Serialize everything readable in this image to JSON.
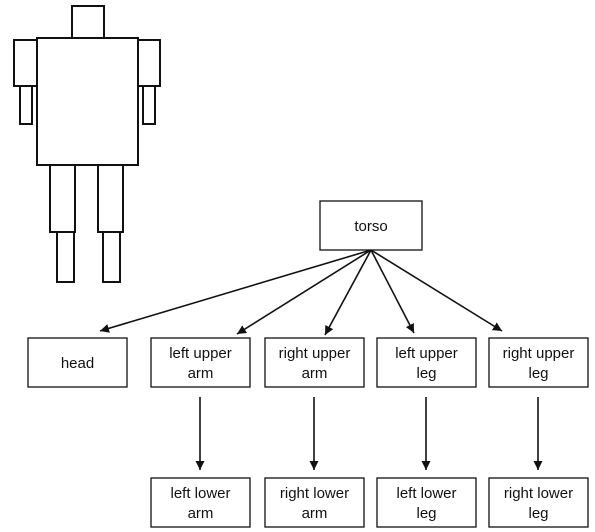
{
  "figure": {
    "nodes": {
      "torso": {
        "lines": [
          "torso"
        ]
      },
      "head": {
        "lines": [
          "head"
        ]
      },
      "lua": {
        "lines": [
          "left upper",
          "arm"
        ]
      },
      "rua": {
        "lines": [
          "right upper",
          "arm"
        ]
      },
      "lul": {
        "lines": [
          "left upper",
          "leg"
        ]
      },
      "rul": {
        "lines": [
          "right upper",
          "leg"
        ]
      },
      "lla": {
        "lines": [
          "left lower",
          "arm"
        ]
      },
      "rla": {
        "lines": [
          "right lower",
          "arm"
        ]
      },
      "lll": {
        "lines": [
          "left lower",
          "leg"
        ]
      },
      "rll": {
        "lines": [
          "right lower",
          "leg"
        ]
      }
    },
    "edges": [
      {
        "from": "torso",
        "to": "head"
      },
      {
        "from": "torso",
        "to": "lua"
      },
      {
        "from": "torso",
        "to": "rua"
      },
      {
        "from": "torso",
        "to": "lul"
      },
      {
        "from": "torso",
        "to": "rul"
      },
      {
        "from": "lua",
        "to": "lla"
      },
      {
        "from": "rua",
        "to": "rla"
      },
      {
        "from": "lul",
        "to": "lll"
      },
      {
        "from": "rul",
        "to": "rll"
      }
    ]
  }
}
